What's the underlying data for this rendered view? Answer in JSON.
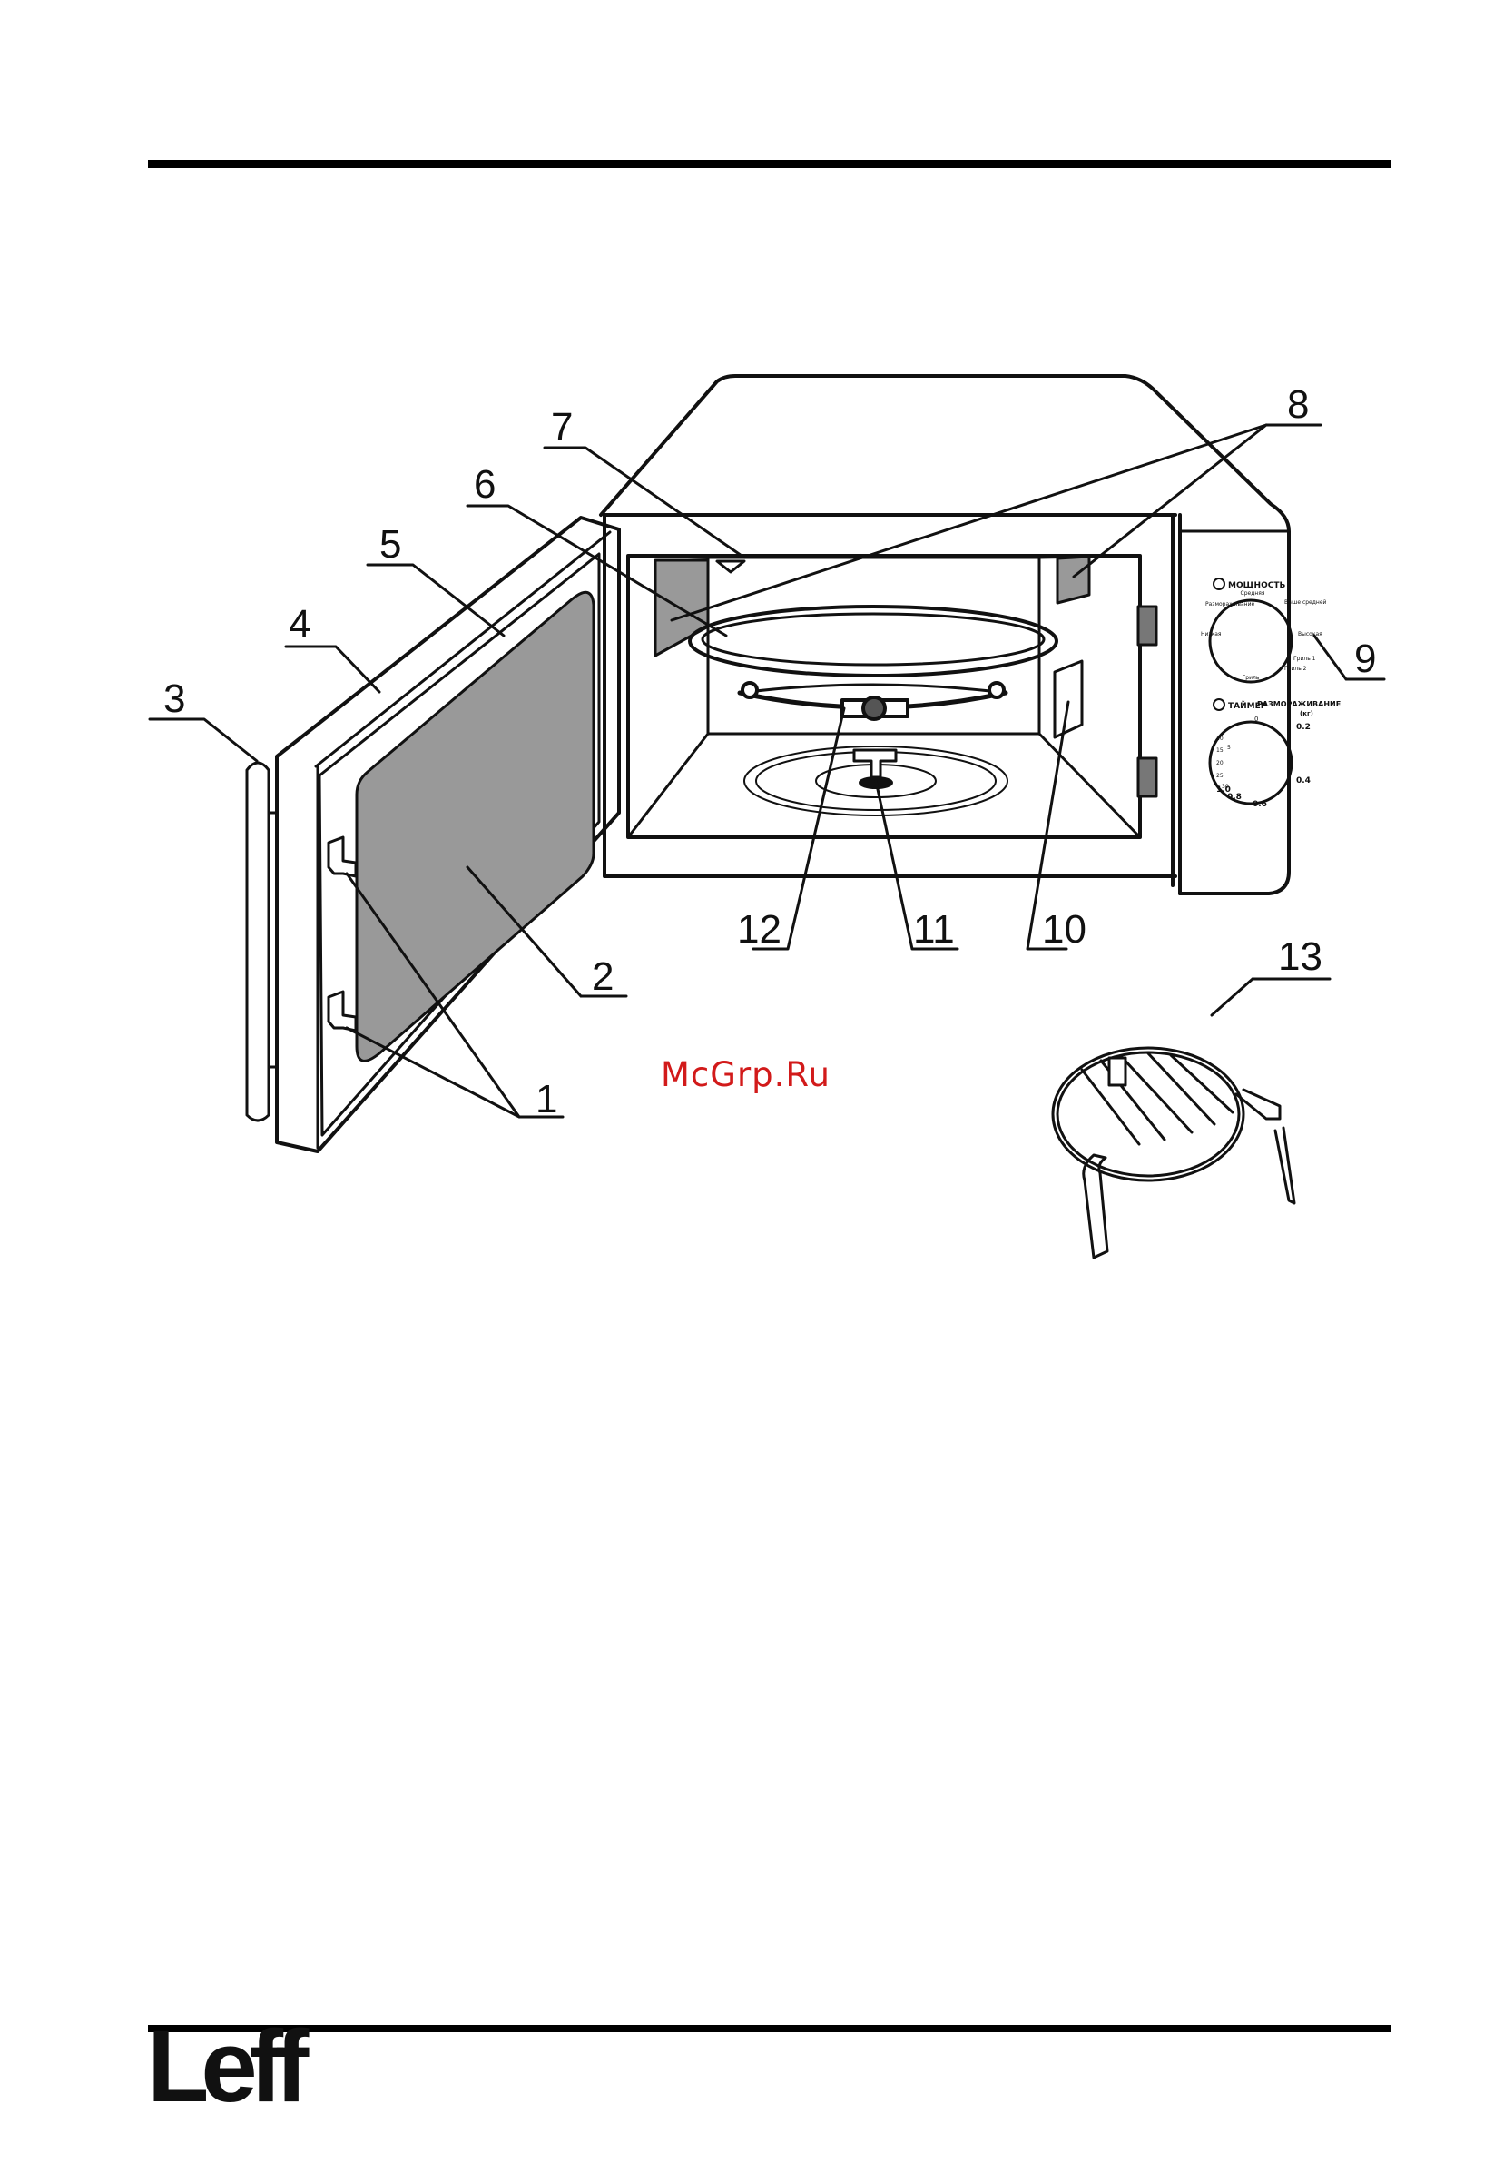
{
  "callouts": [
    "1",
    "2",
    "3",
    "4",
    "5",
    "6",
    "7",
    "8",
    "9",
    "10",
    "11",
    "12",
    "13"
  ],
  "panel": {
    "power_label": "МОЩНОСТЬ",
    "power_settings": [
      "Средняя",
      "Выше средней",
      "Высокая",
      "Гриль 1",
      "Гриль 2",
      "Гриль",
      "Низкая",
      "Размораживание"
    ],
    "timer_label": "ТАЙМЕР",
    "defrost_label": "РАЗМОРАЖИВАНИЕ",
    "defrost_unit": "(кг)",
    "timer_marks": [
      "0",
      "5",
      "10",
      "15",
      "20",
      "25",
      "30"
    ],
    "defrost_marks": [
      "0.2",
      "0.4",
      "0.6",
      "0.8",
      "1.0"
    ]
  },
  "watermark": "McGrp.Ru",
  "brand": "Leff"
}
